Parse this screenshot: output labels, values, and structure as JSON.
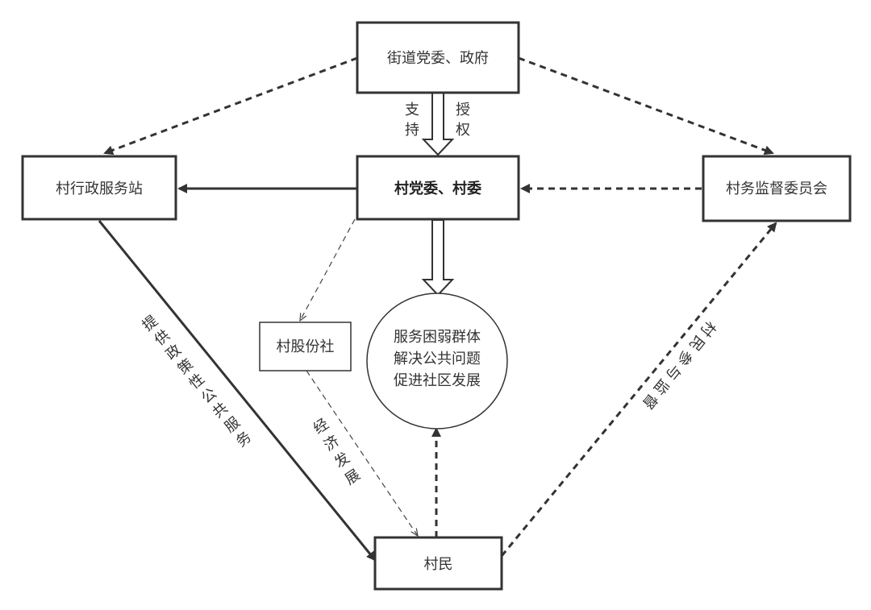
{
  "nodes": {
    "street_party": "街道党委、政府",
    "village_service_station": "村行政服务站",
    "village_committee": "村党委、村委",
    "supervision_committee": "村务监督委员会",
    "village_shareholding": "村股份社",
    "goals": [
      "服务困弱群体",
      "解决公共问题",
      "促进社区发展"
    ],
    "villagers": "村民"
  },
  "edges": {
    "support": [
      "支",
      "持"
    ],
    "authorize": [
      "授",
      "权"
    ],
    "public_service": [
      "提",
      "供",
      "政",
      "策",
      "性",
      "公",
      "共",
      "服",
      "务"
    ],
    "economic_development": [
      "经",
      "济",
      "发",
      "展"
    ],
    "participation_supervision": [
      "村",
      "民",
      "参",
      "与",
      "监",
      "督"
    ]
  }
}
